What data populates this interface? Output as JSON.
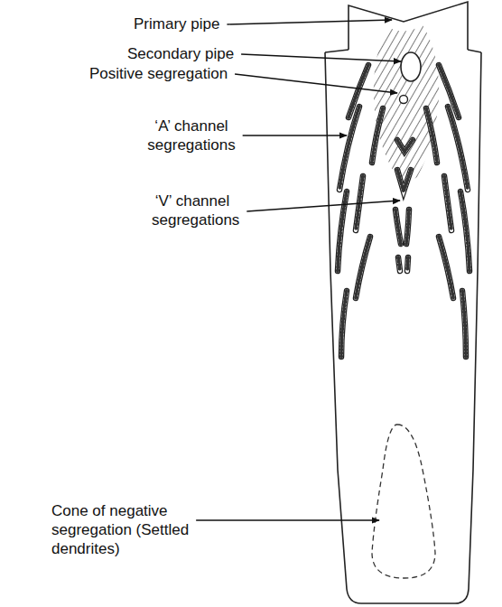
{
  "diagram": {
    "labels": [
      "Primary pipe",
      "Secondary pipe",
      "Positive segregation",
      "‘A’ channel segregations",
      "‘V’ channel segregations",
      "Cone of negative segregation (Settled dendrites)"
    ]
  }
}
